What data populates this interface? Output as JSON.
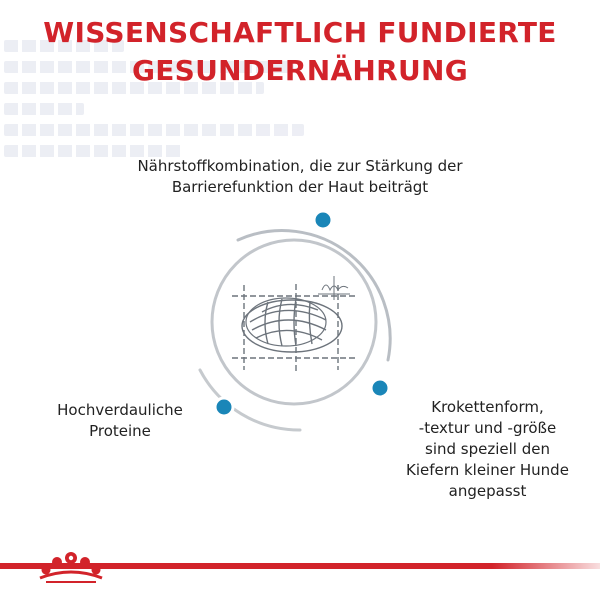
{
  "title": {
    "line1": "WISSENSCHAFTLICH FUNDIERTE",
    "line2": "GESUNDERNÄHRUNG"
  },
  "benefits": {
    "top": {
      "line1": "Nährstoffkombination, die zur Stärkung der",
      "line2": "Barrierefunktion der Haut beiträgt"
    },
    "left": {
      "line1": "Hochverdauliche",
      "line2": "Proteine"
    },
    "right": {
      "line1": "Krokettenform,",
      "line2": "-textur und -größe",
      "line3": "sind speziell den",
      "line4": "Kiefern kleiner Hunde",
      "line5": "angepasst"
    }
  },
  "icons": {
    "center": "kibble-sketch-icon",
    "brand": "royal-canin-crown-icon"
  },
  "colors": {
    "brand_red": "#d2232a",
    "dot_blue": "#1a86b8",
    "ring_gray": "#b9bec4"
  }
}
